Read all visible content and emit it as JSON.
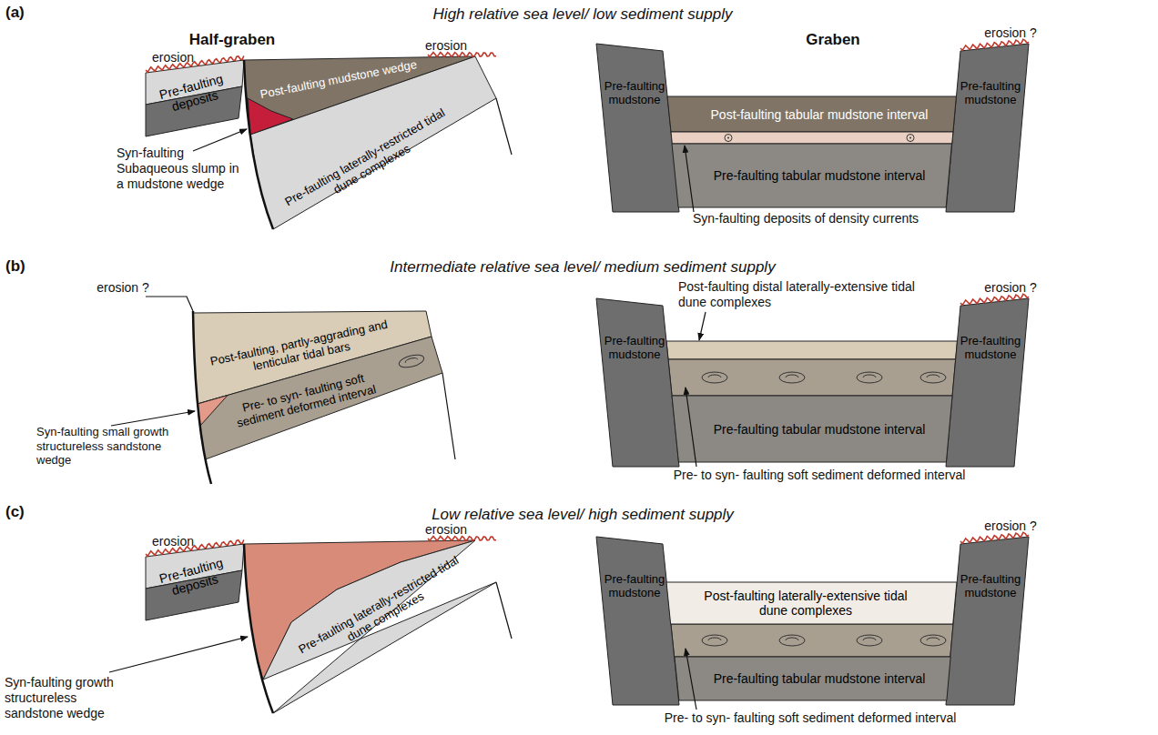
{
  "diagram": {
    "nodes": [
      {
        "text": [
          "Pre-faulting deposits"
        ]
      },
      {
        "text": [
          "Post-faulting mudstone wedge"
        ]
      },
      {
        "text": [
          "Pre-faulting laterally-restricted tidal dune complexes"
        ]
      },
      {
        "text": [
          "Pre-faulting mudstone"
        ]
      },
      {
        "text": [
          "Pre-faulting mudstone"
        ]
      },
      {
        "text": [
          "Post-faulting tabular mudstone interval"
        ]
      },
      {
        "text": [
          "Pre-faulting tabular mudstone interval"
        ]
      },
      {
        "text": [
          "Post-faulting, partly-aggrading and lenticular tidal bars"
        ]
      },
      {
        "text": [
          "Pre- to syn- faulting soft sediment deformed interval"
        ]
      },
      {
        "text": [
          "Pre-faulting mudstone"
        ]
      },
      {
        "text": [
          "Pre-faulting mudstone"
        ]
      },
      {
        "text": [
          "Pre-faulting tabular mudstone interval"
        ]
      },
      {
        "text": [
          "Pre-faulting deposits"
        ]
      },
      {
        "text": [
          "Pre-faulting laterally-restricted tidal dune complexes"
        ]
      },
      {
        "text": [
          "Pre-faulting mudstone"
        ]
      },
      {
        "text": [
          "Pre-faulting mudstone"
        ]
      },
      {
        "text": [
          "Post-faulting laterally-extensive tidal dune complexes"
        ]
      },
      {
        "text": [
          "Pre-faulting tabular mudstone interval"
        ]
      }
    ],
    "labels": [
      "(a)",
      "High relative sea level/ low sediment supply",
      "Half-graben",
      "Graben",
      "erosion",
      "erosion",
      "erosion ?",
      "Syn-faulting Subaqueous slump in a mudstone wedge",
      "Syn-faulting deposits of density currents",
      "(b)",
      "Intermediate relative sea level/ medium sediment supply",
      "erosion ?",
      "erosion ?",
      "Post-faulting distal laterally-extensive tidal dune complexes",
      "Syn-faulting small growth structureless sandstone wedge",
      "Pre- to syn- faulting soft sediment deformed interval",
      "(c)",
      "Low relative sea level/ high sediment supply",
      "erosion",
      "erosion",
      "erosion ?",
      "Syn-faulting growth structureless sandstone wedge",
      "Pre- to syn- faulting soft sediment deformed interval"
    ]
  }
}
